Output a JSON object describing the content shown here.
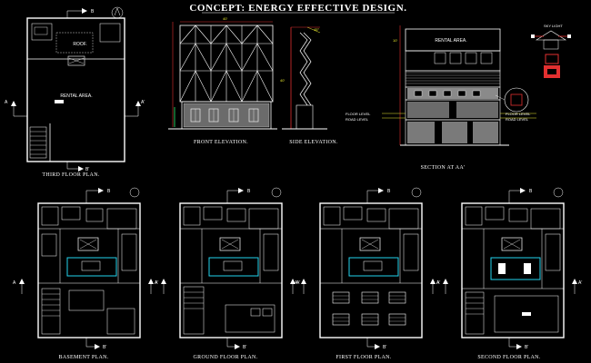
{
  "title": "CONCEPT: ENERGY EFFECTIVE DESIGN.",
  "drawings": {
    "third_floor": {
      "caption": "THIRD FLOOR PLAN.",
      "roof_label": "ROOF.",
      "rental_label": "RENTAL AREA."
    },
    "front_elevation": {
      "caption": "FRONT ELEVATION."
    },
    "side_elevation": {
      "caption": "SIDE ELEVATION."
    },
    "section": {
      "caption": "SECTION AT AA'",
      "rental_label": "RENTAL AREA.",
      "floor_level": "FLOOR LEVEL",
      "road_level": "ROAD LEVEL"
    },
    "sky_light": {
      "caption": "SKY LIGHT"
    },
    "basement": {
      "caption": "BASEMENT PLAN."
    },
    "ground_floor": {
      "caption": "GROUND FLOOR PLAN."
    },
    "first_floor": {
      "caption": "FIRST FLOOR PLAN."
    },
    "second_floor": {
      "caption": "SECOND FLOOR PLAN."
    }
  },
  "markers": {
    "b": "B",
    "b_prime": "B'",
    "a": "A",
    "a_prime": "A'"
  },
  "colors": {
    "background": "#000000",
    "line": "#ffffff",
    "accent_red": "#e23030",
    "accent_green": "#22c55e",
    "accent_yellow": "#e8e830",
    "accent_cyan": "#22d3ee"
  }
}
